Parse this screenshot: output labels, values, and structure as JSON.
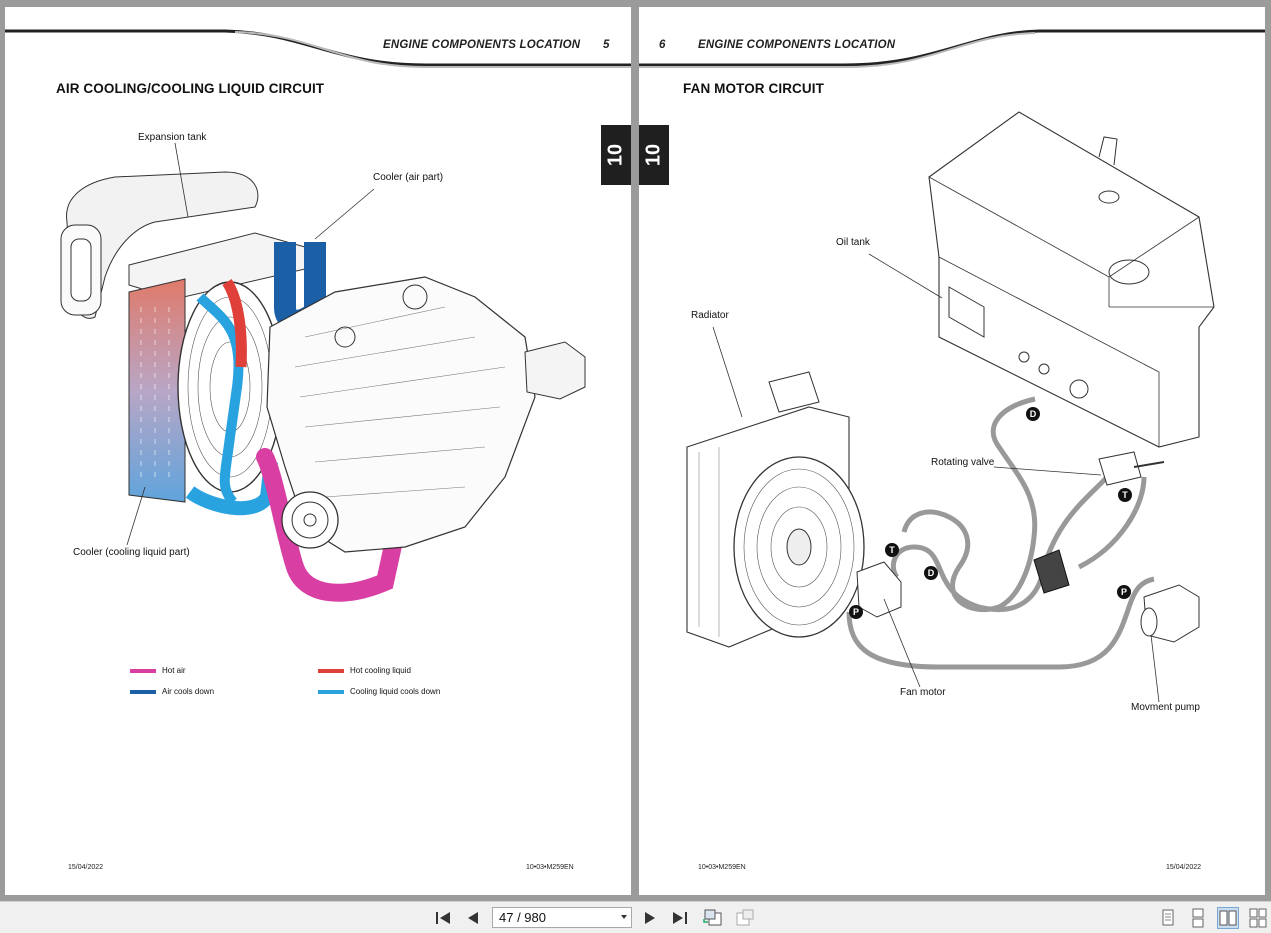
{
  "left_page": {
    "header_title": "ENGINE COMPONENTS LOCATION",
    "page_number": "5",
    "section_tab": "10",
    "title": "AIR COOLING/COOLING LIQUID CIRCUIT",
    "labels": {
      "expansion_tank": "Expansion tank",
      "cooler_air_part": "Cooler (air part)",
      "cooler_liquid_part": "Cooler (cooling liquid part)"
    },
    "legend": [
      {
        "label": "Hot air",
        "color": "#d93ea3"
      },
      {
        "label": "Hot cooling liquid",
        "color": "#e0403a"
      },
      {
        "label": "Air cools down",
        "color": "#1b5fa6"
      },
      {
        "label": "Cooling liquid cools down",
        "color": "#29a3e0"
      }
    ],
    "footer_date": "15/04/2022",
    "footer_ref": "10•03•M259EN"
  },
  "right_page": {
    "header_title": "ENGINE COMPONENTS LOCATION",
    "page_number": "6",
    "section_tab": "10",
    "title": "FAN MOTOR CIRCUIT",
    "labels": {
      "oil_tank": "Oil tank",
      "radiator": "Radiator",
      "rotating_valve": "Rotating valve",
      "fan_motor": "Fan motor",
      "movement_pump": "Movment  pump"
    },
    "port_markers": [
      "D",
      "T",
      "T",
      "D",
      "P",
      "P"
    ],
    "footer_ref": "10•03•M259EN",
    "footer_date": "15/04/2022"
  },
  "toolbar": {
    "page_indicator": "47 / 980",
    "icons": [
      "first-page-icon",
      "previous-page-icon",
      "next-page-icon",
      "last-page-icon",
      "previous-view-icon",
      "next-view-icon",
      "single-page-icon",
      "continuous-page-icon",
      "facing-pages-icon",
      "continuous-facing-icon"
    ]
  },
  "colors": {
    "hot_air": "#d93ea3",
    "hot_liquid": "#e0403a",
    "air_cools": "#1b5fa6",
    "liquid_cools": "#29a3e0",
    "tab_bg": "#1f1f1f",
    "viewer_bg": "#9b9b9b"
  }
}
